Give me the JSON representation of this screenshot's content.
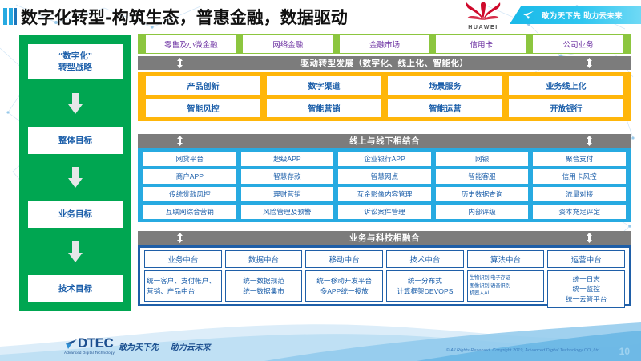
{
  "header": {
    "title": "数字化转型-构筑生态，普惠金融，数据驱动",
    "brand": "HUAWEI",
    "banner_slogan": "敢为天下先 助力云未来"
  },
  "left_strategy": {
    "steps": [
      {
        "label": "“数字化”\n转型战略"
      },
      {
        "label": "整体目标"
      },
      {
        "label": "业务目标"
      },
      {
        "label": "技术目标"
      }
    ],
    "step_0_line1": "“数字化”",
    "step_0_line2": "转型战略",
    "step_1": "整体目标",
    "step_2": "业务目标",
    "step_3": "技术目标"
  },
  "business_lines": {
    "items": [
      "零售及小微金融",
      "网络金融",
      "金融市场",
      "信用卡",
      "公司业务"
    ]
  },
  "bar_drive": {
    "label": "驱动转型发展（数字化、线上化、智能化）"
  },
  "orange_section": {
    "row1": [
      "产品创新",
      "数字渠道",
      "场景服务",
      "业务线上化"
    ],
    "row2": [
      "智能风控",
      "智能营销",
      "智能运营",
      "开放银行"
    ]
  },
  "bar_online_offline": {
    "label": "线上与线下相结合"
  },
  "blue_section": {
    "row1": [
      "网贷平台",
      "超级APP",
      "企业银行APP",
      "网银",
      "聚合支付"
    ],
    "row2": [
      "商户APP",
      "智慧存款",
      "智慧网点",
      "智能客服",
      "信用卡风控"
    ],
    "row3": [
      "传统贷款风控",
      "理财营销",
      "互金影像内容管理",
      "历史数据查询",
      "流量对接"
    ],
    "row4": [
      "互联网综合营销",
      "风险管理及预警",
      "诉讼案件管理",
      "内部评级",
      "资本充足评定"
    ]
  },
  "bar_fusion": {
    "label": "业务与科技相融合"
  },
  "platform_section": {
    "columns": [
      {
        "head": "业务中台",
        "desc": "统一客户、支付帐户、营销、产品中台"
      },
      {
        "head": "数据中台",
        "desc": "统一数据规范\n统一数据集市"
      },
      {
        "head": "移动中台",
        "desc": "统一移动开发平台\n多APP统一投放"
      },
      {
        "head": "技术中台",
        "desc": "统一分布式\n计算框架DEVOPS"
      },
      {
        "head": "算法中台",
        "desc": "生物识别 电子存证\n图像识别 语音识别\n机器人AI"
      },
      {
        "head": "运营中台",
        "desc": "统一日志\n统一监控\n统一云管平台"
      }
    ],
    "col0_head": "业务中台",
    "col0_desc": "统一客户、支付帐户、营销、产品中台",
    "col1_head": "数据中台",
    "col1_desc_l1": "统一数据规范",
    "col1_desc_l2": "统一数据集市",
    "col2_head": "移动中台",
    "col2_desc_l1": "统一移动开发平台",
    "col2_desc_l2": "多APP统一投放",
    "col3_head": "技术中台",
    "col3_desc_l1": "统一分布式",
    "col3_desc_l2": "计算框架DEVOPS",
    "col4_head": "算法中台",
    "col4_desc_l1": "生物识别 电子存证",
    "col4_desc_l2": "图像识别 语音识别",
    "col4_desc_l3": "机器人AI",
    "col5_head": "运营中台",
    "col5_desc_l1": "统一日志",
    "col5_desc_l2": "统一监控",
    "col5_desc_l3": "统一云管平台"
  },
  "footer": {
    "logo_name": "DTEC",
    "logo_sub": "Advanced Digital Technology",
    "slogan_1": "敢为天下先",
    "slogan_2": "助力云未来",
    "copyright": "© All Rights Reserved. Copyright 2019, Advanced Digital Technology CO.,Ltd",
    "page_number": "10"
  },
  "colors": {
    "green": "#00A651",
    "light_green": "#8CC63F",
    "gray_bar": "#7C7C7C",
    "orange": "#FFB60A",
    "blue": "#27AAE1",
    "navy": "#1F5FA8",
    "text_blue": "#1C5FAA",
    "purple": "#6A2EA0",
    "huawei_red": "#CF0A2C"
  }
}
